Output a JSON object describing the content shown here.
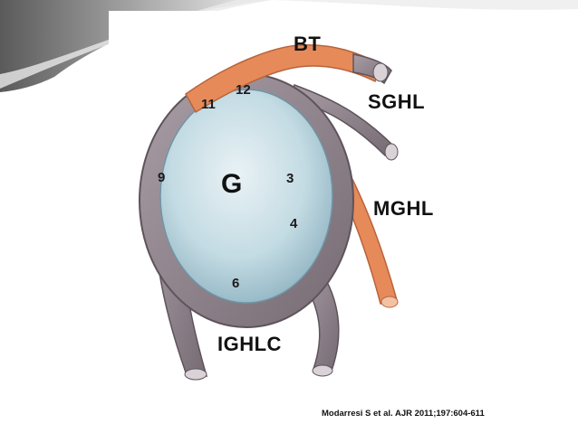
{
  "figure": {
    "labels": {
      "bt": "BT",
      "sghl": "SGHL",
      "mghl": "MGHL",
      "ighlc": "IGHLC",
      "glenoid": "G"
    },
    "clock_positions": {
      "p12": "12",
      "p11": "11",
      "p9": "9",
      "p3": "3",
      "p4": "4",
      "p6": "6"
    }
  },
  "citation": "Modarresi S et al. AJR 2011;197:604-611",
  "colors": {
    "ligament": "#8c8089",
    "biceps": "#e68a5a",
    "glenoid": "#bcd6e0"
  }
}
